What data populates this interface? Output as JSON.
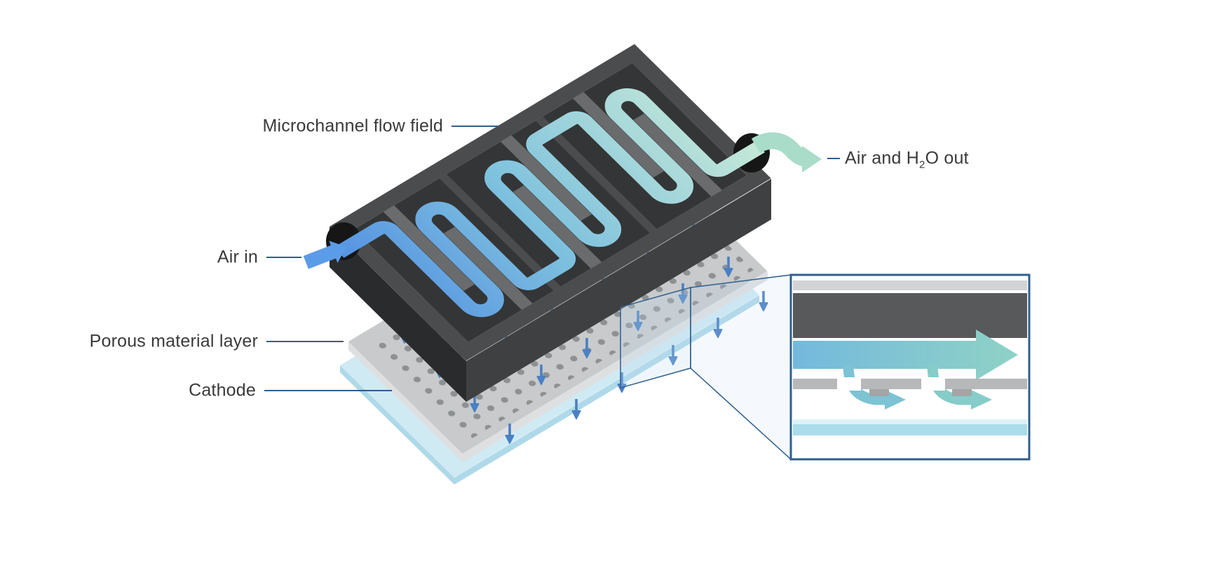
{
  "labels": {
    "flow_field": "Microchannel flow field",
    "air_in": "Air in",
    "air_out_prefix": "Air and H",
    "air_out_sub": "2",
    "air_out_suffix": "O out",
    "porous": "Porous material layer",
    "cathode": "Cathode"
  },
  "colors": {
    "leader_line": "#2e5f8e",
    "label_text": "#3a3a3a",
    "frame_top": "#4b4c4d",
    "frame_floor": "#343536",
    "frame_finger": "#6a6b6d",
    "frame_side_dark": "#2a2b2c",
    "frame_side_mid": "#3f4041",
    "port_black": "#161616",
    "channel_blue": "#5693e2",
    "channel_mid": "#7fc2de",
    "channel_teal": "#c2e7d8",
    "flow_arrow_blue": "#5b9ce8",
    "flow_arrow_teal": "#a9dcc9",
    "down_arrow": "#4a80c4",
    "plate_top": "#c8cacb",
    "plate_side": "#dedfe0",
    "plate_dot": "#8e9193",
    "cathode_top": "#cfeaf3",
    "cathode_side": "#aed9e8",
    "inset_border": "#2e5f8e",
    "inset_gray_strip": "#d2d3d4",
    "inset_dark_band": "#58595a",
    "inset_porous": "#b7b8b9",
    "inset_porous_tab": "#a4a5a6",
    "inset_arrow_start": "#74b9dd",
    "inset_arrow_end": "#8fd2c6",
    "inset_branch_1": "#7cc3d4",
    "inset_branch_2": "#86ccc9",
    "inset_cathode_light": "#ddf1f7",
    "inset_cathode": "#abdcea",
    "connector_fill": "rgba(190,220,240,0.25)",
    "connector_sheet": "rgba(190,220,240,0.16)"
  }
}
